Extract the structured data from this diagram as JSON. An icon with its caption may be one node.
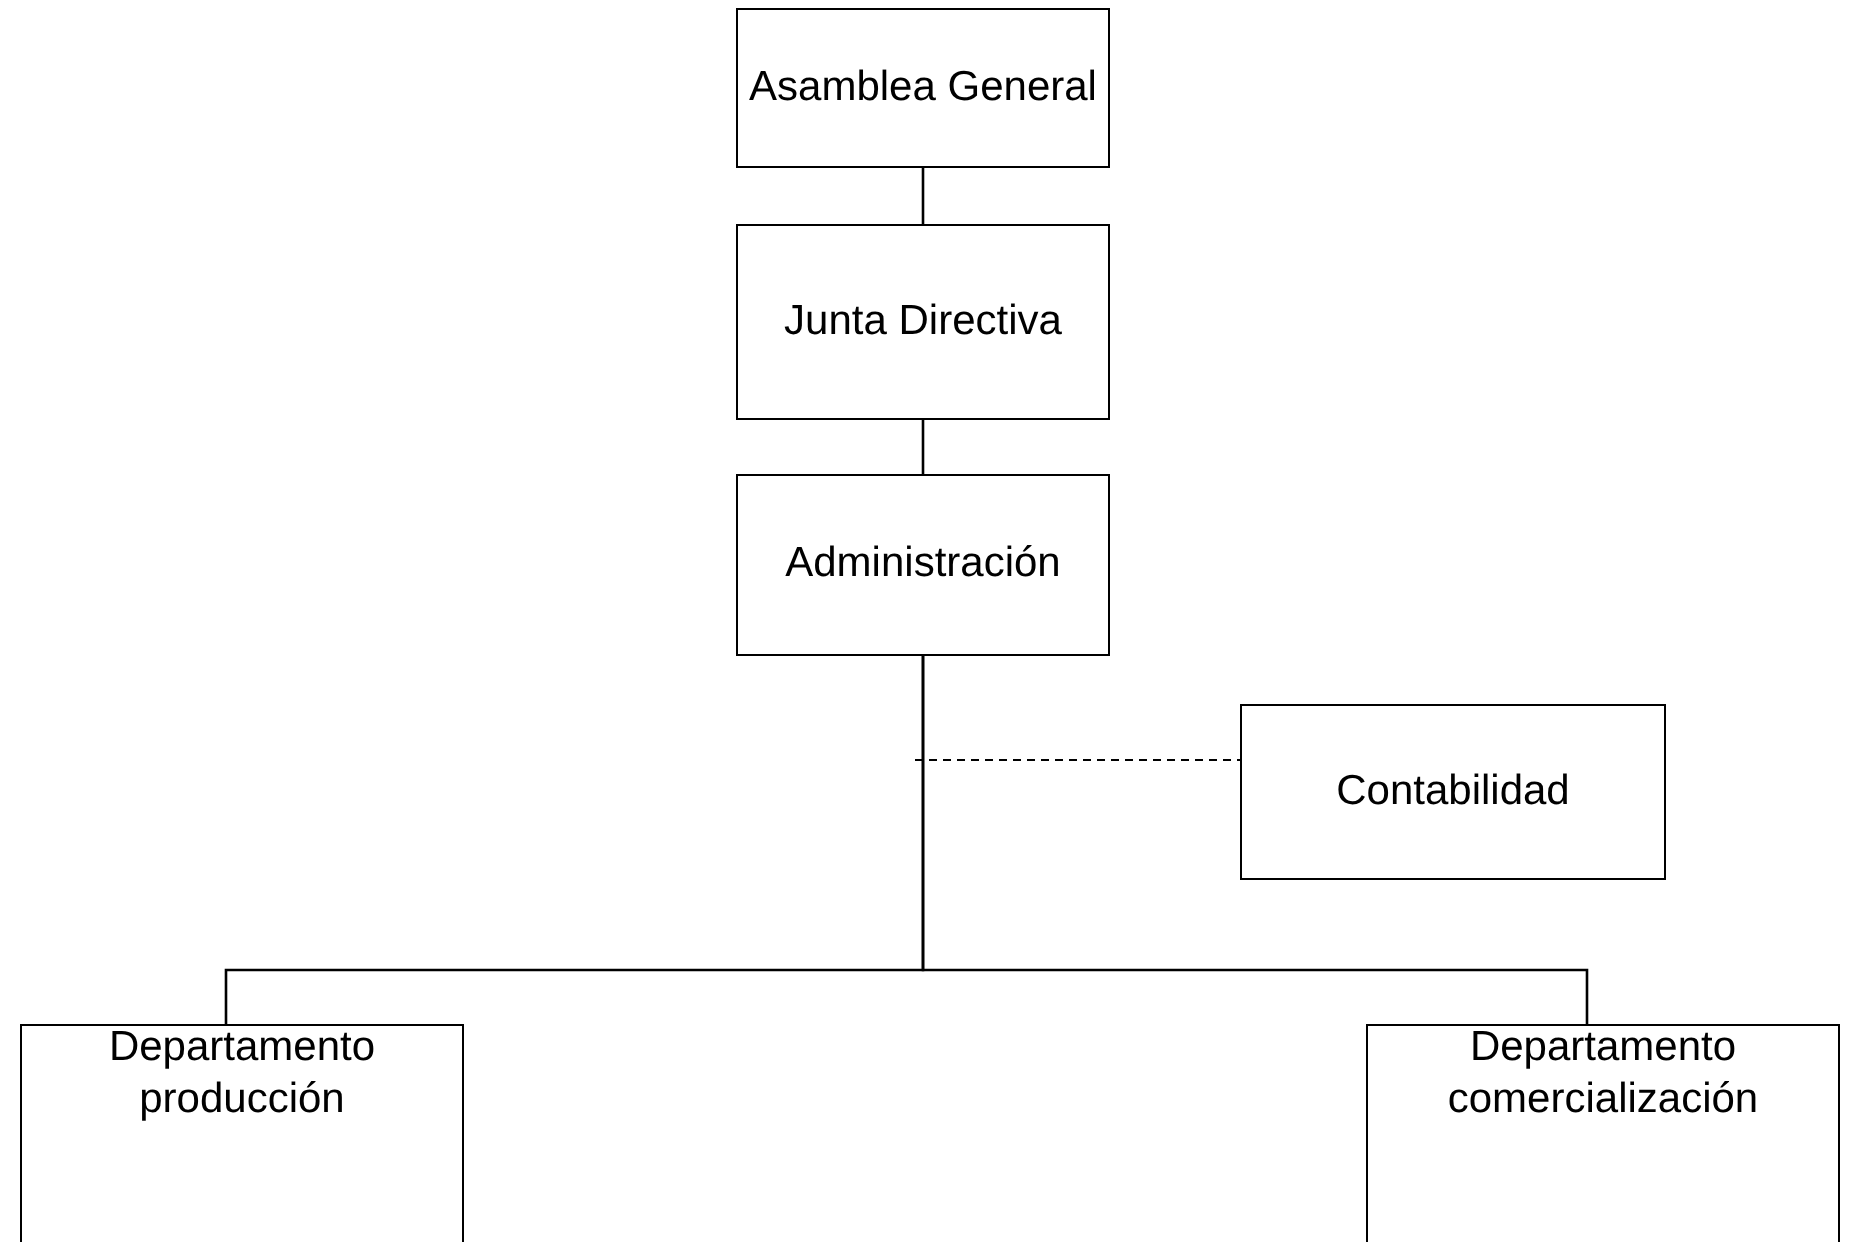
{
  "diagram": {
    "nodes": [
      {
        "text": [
          "Asamblea General"
        ]
      },
      {
        "text": [
          "Junta Directiva"
        ]
      },
      {
        "text": [
          "Administración"
        ]
      },
      {
        "text": [
          "Contabilidad"
        ]
      },
      {
        "text": [
          "Departamento producción"
        ]
      },
      {
        "text": [
          "Departamento comercialización"
        ]
      }
    ],
    "edges": [
      {
        "from": 0,
        "to": 1,
        "arrow": "none"
      },
      {
        "from": 1,
        "to": 2,
        "arrow": "none"
      },
      {
        "from": 2,
        "to": 3,
        "arrow": "none",
        "style": "dashed"
      },
      {
        "from": 2,
        "to": 4,
        "arrow": "none"
      },
      {
        "from": 2,
        "to": 5,
        "arrow": "none"
      }
    ]
  }
}
